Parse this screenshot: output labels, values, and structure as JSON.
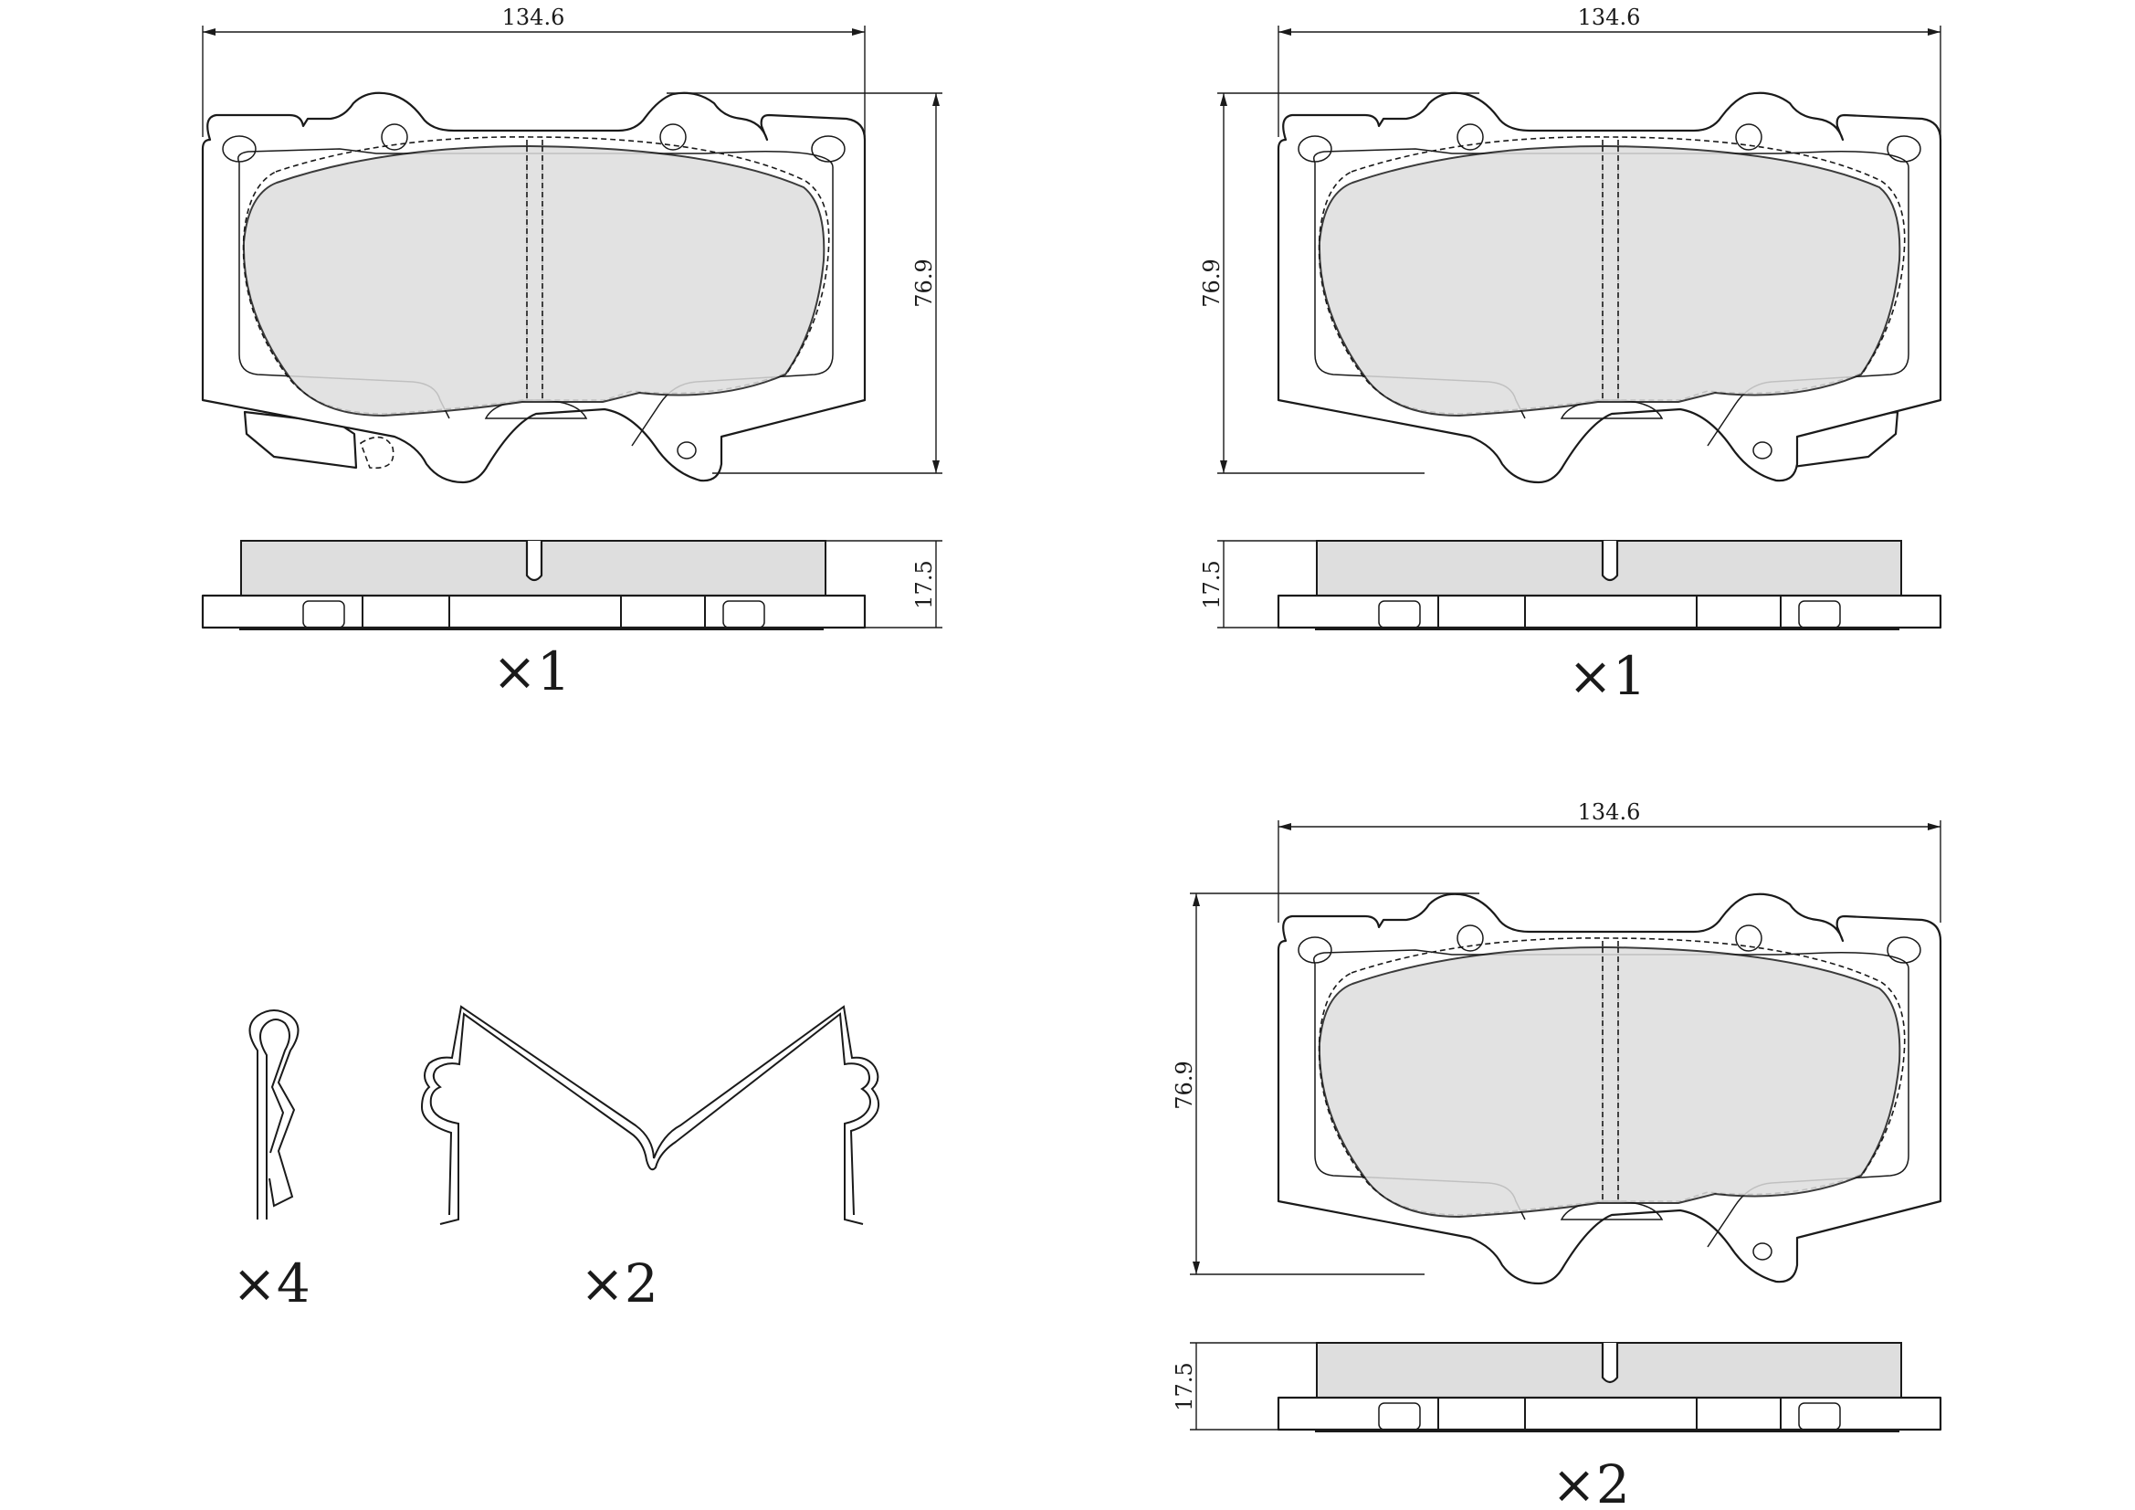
{
  "views": {
    "top_left": {
      "width_label": "134.6",
      "height_label": "76.9",
      "thickness_label": "17.5",
      "quantity": "×1"
    },
    "top_right": {
      "width_label": "134.6",
      "height_label": "76.9",
      "thickness_label": "17.5",
      "quantity": "×1"
    },
    "bottom_right": {
      "width_label": "134.6",
      "height_label": "76.9",
      "thickness_label": "17.5",
      "quantity": "×2"
    }
  },
  "accessories": {
    "pin_quantity": "×4",
    "spring_quantity": "×2"
  },
  "colors": {
    "line": "#1a1a1a",
    "friction_fill": "#dedede",
    "background": "#ffffff"
  }
}
